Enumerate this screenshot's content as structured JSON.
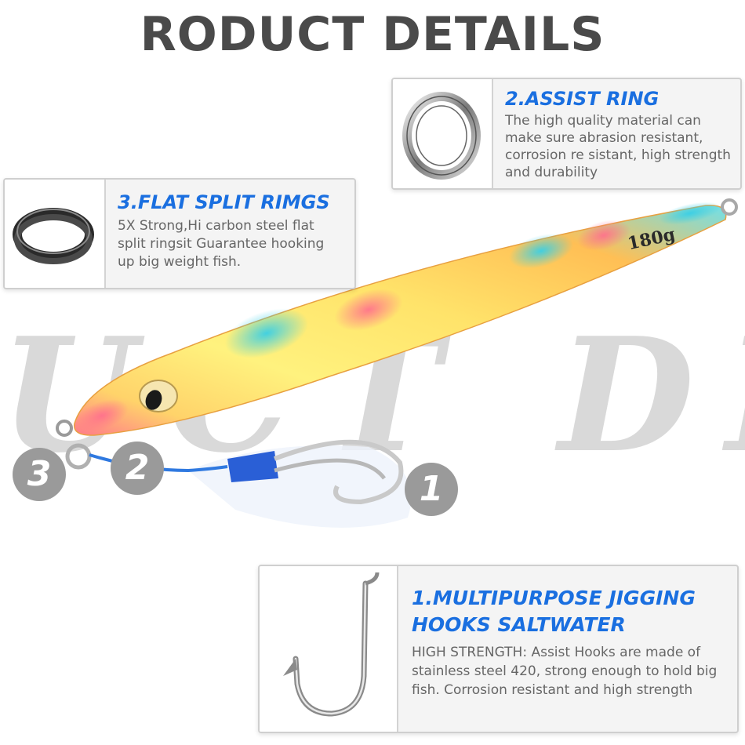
{
  "page": {
    "title": "RODUCT DETAILS",
    "background_letters": "UCT DE"
  },
  "lure": {
    "weight_label": "180g",
    "colors": {
      "pink": "#ff6e8a",
      "yellow": "#fff07a",
      "cyan": "#4ed6e8",
      "orange": "#ffb44a"
    }
  },
  "features": {
    "assist_ring": {
      "heading": "2.ASSIST RING",
      "description": "The high quality material can make sure abrasion resistant, corrosion re sistant, high strength and durability",
      "icon": "steel-ring-icon"
    },
    "split_rings": {
      "heading": "3.FLAT SPLIT RIMGS",
      "description": "5X Strong,Hi carbon steel flat split ringsit Guarantee hooking up big weight fish.",
      "icon": "split-ring-icon"
    },
    "hooks": {
      "heading": "1.MULTIPURPOSE JIGGING HOOKS SALTWATER",
      "description": "HIGH STRENGTH: Assist Hooks are made of stainless steel 420, strong enough to hold big fish. Corrosion resistant and high strength",
      "icon": "jig-hook-icon"
    }
  },
  "badges": {
    "one": "1",
    "two": "2",
    "three": "3"
  },
  "theme": {
    "heading_color": "#1a6fe0",
    "text_color": "#666666",
    "badge_color": "#9a9a9a",
    "title_color": "#4a4a4a"
  }
}
